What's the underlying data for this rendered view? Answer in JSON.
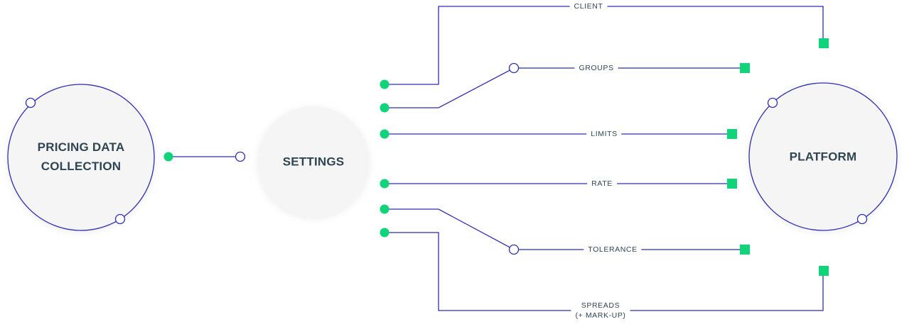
{
  "nodes": {
    "source": {
      "label_line1": "PRICING DATA",
      "label_line2": "COLLECTION"
    },
    "settings": {
      "label": "SETTINGS"
    },
    "platform": {
      "label": "PLATFORM"
    }
  },
  "routes": {
    "client": "CLIENT",
    "groups": "GROUPS",
    "limits": "LIMITS",
    "rate": "RATE",
    "tolerance": "TOLERANCE",
    "spreads_line1": "SPREADS",
    "spreads_line2": "(+ MARK-UP)"
  },
  "colors": {
    "line": "#2e2eb0",
    "dot": "#0fd479",
    "text": "#2f4552",
    "circle_fill": "#f5f5f5"
  }
}
